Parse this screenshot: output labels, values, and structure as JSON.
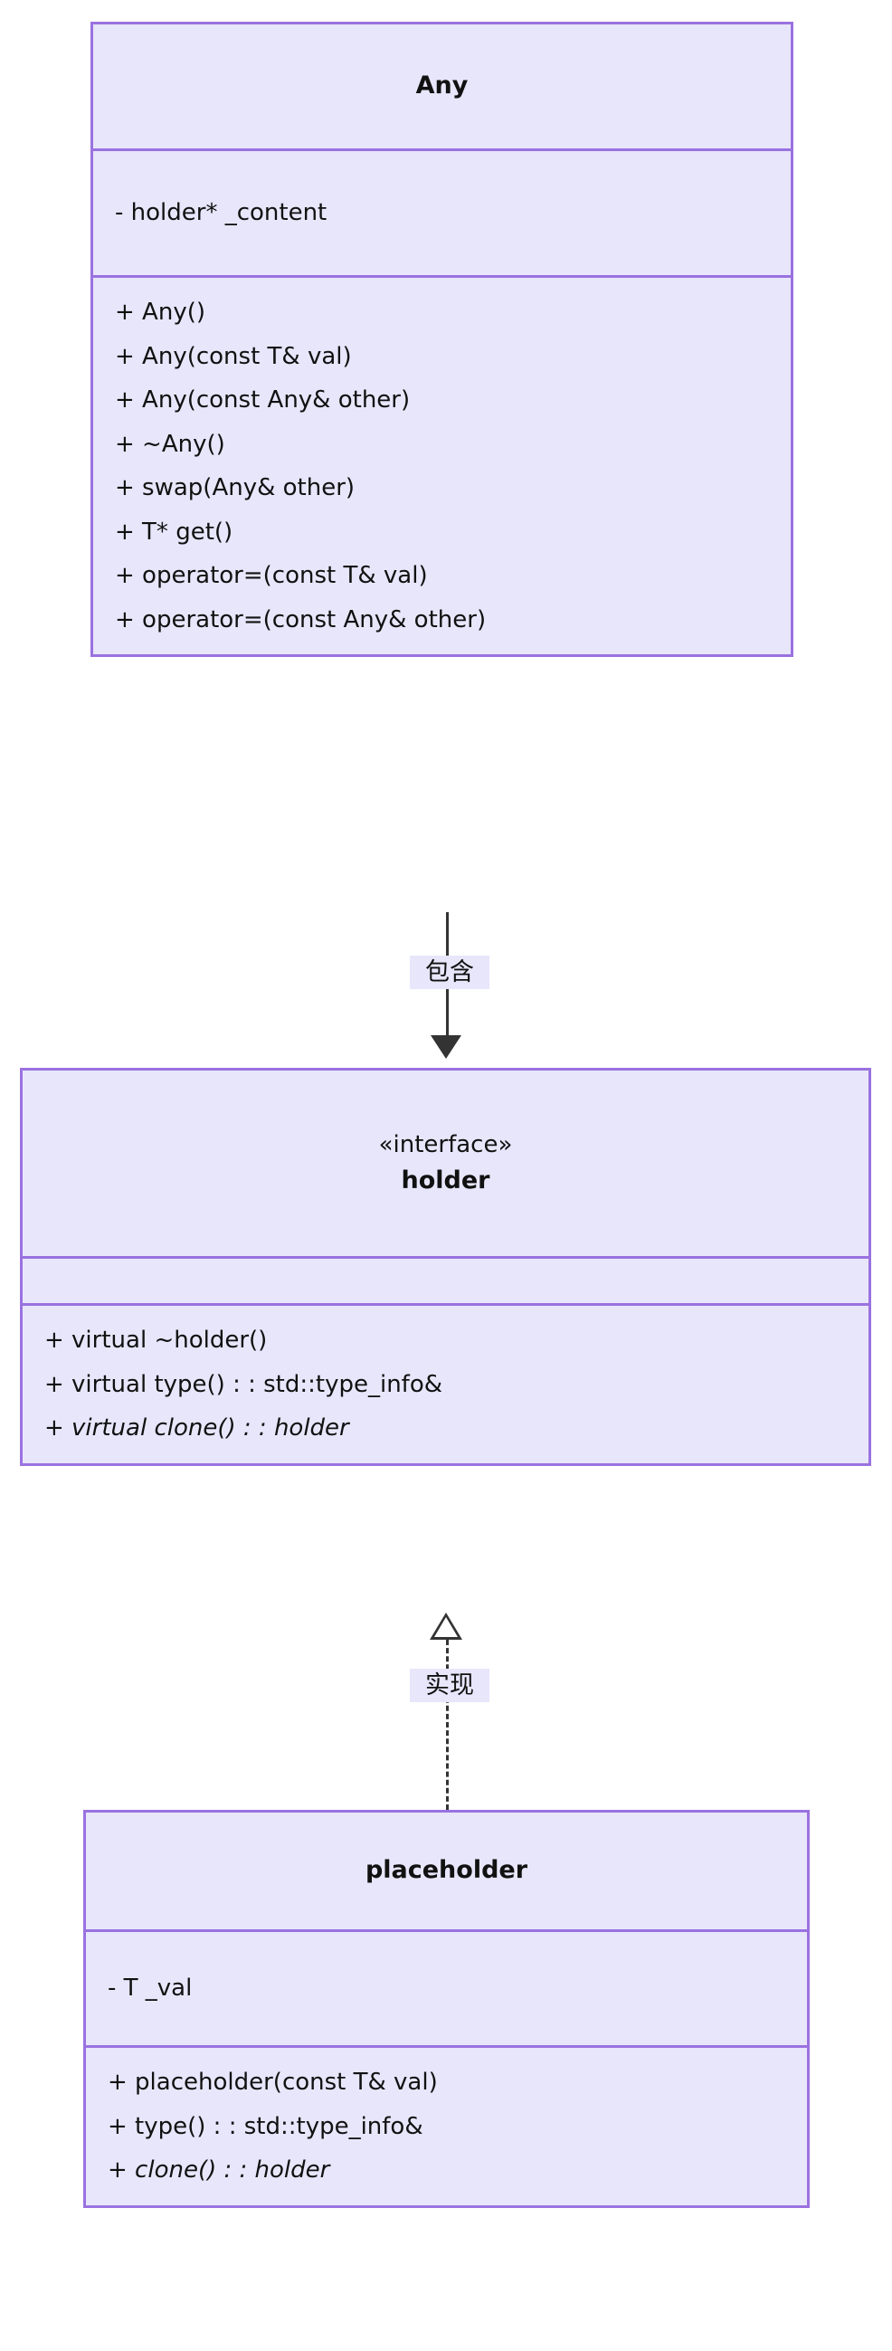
{
  "diagram": {
    "type": "uml-class-diagram",
    "colors": {
      "class_fill": "#e8e6fb",
      "class_border": "#9a72e0",
      "connector": "#333333",
      "text": "#111111",
      "background": "#ffffff"
    },
    "classes": [
      {
        "id": "any",
        "name": "Any",
        "stereotype": "",
        "attributes": [
          {
            "text": "- holder* _content",
            "abstract": false
          }
        ],
        "methods": [
          {
            "text": "+ Any()",
            "abstract": false
          },
          {
            "text": "+ Any(const T& val)",
            "abstract": false
          },
          {
            "text": "+ Any(const Any& other)",
            "abstract": false
          },
          {
            "text": "+ ~Any()",
            "abstract": false
          },
          {
            "text": "+ swap(Any& other)",
            "abstract": false
          },
          {
            "text": "+ T* get()",
            "abstract": false
          },
          {
            "text": "+ operator=(const T& val)",
            "abstract": false
          },
          {
            "text": "+ operator=(const Any& other)",
            "abstract": false
          }
        ]
      },
      {
        "id": "holder",
        "name": "holder",
        "stereotype": "«interface»",
        "attributes": [],
        "methods": [
          {
            "text": "+ virtual ~holder()",
            "abstract": false
          },
          {
            "text": "+ virtual type() : : std::type_info&",
            "abstract": false
          },
          {
            "text": "+ virtual clone() : : holder",
            "abstract": true
          }
        ]
      },
      {
        "id": "placeholder",
        "name": "placeholder",
        "stereotype": "",
        "attributes": [
          {
            "text": "- T _val",
            "abstract": false
          }
        ],
        "methods": [
          {
            "text": "+ placeholder(const T& val)",
            "abstract": false
          },
          {
            "text": "+ type() : : std::type_info&",
            "abstract": false
          },
          {
            "text": "+ clone() : : holder",
            "abstract": true
          }
        ]
      }
    ],
    "relationships": [
      {
        "id": "any-holder",
        "from": "Any",
        "to": "holder",
        "label": "包含",
        "line": "solid",
        "arrow": "filled-arrowhead"
      },
      {
        "id": "holder-placeholder",
        "from": "placeholder",
        "to": "holder",
        "label": "实现",
        "line": "dashed",
        "arrow": "hollow-triangle"
      }
    ]
  }
}
